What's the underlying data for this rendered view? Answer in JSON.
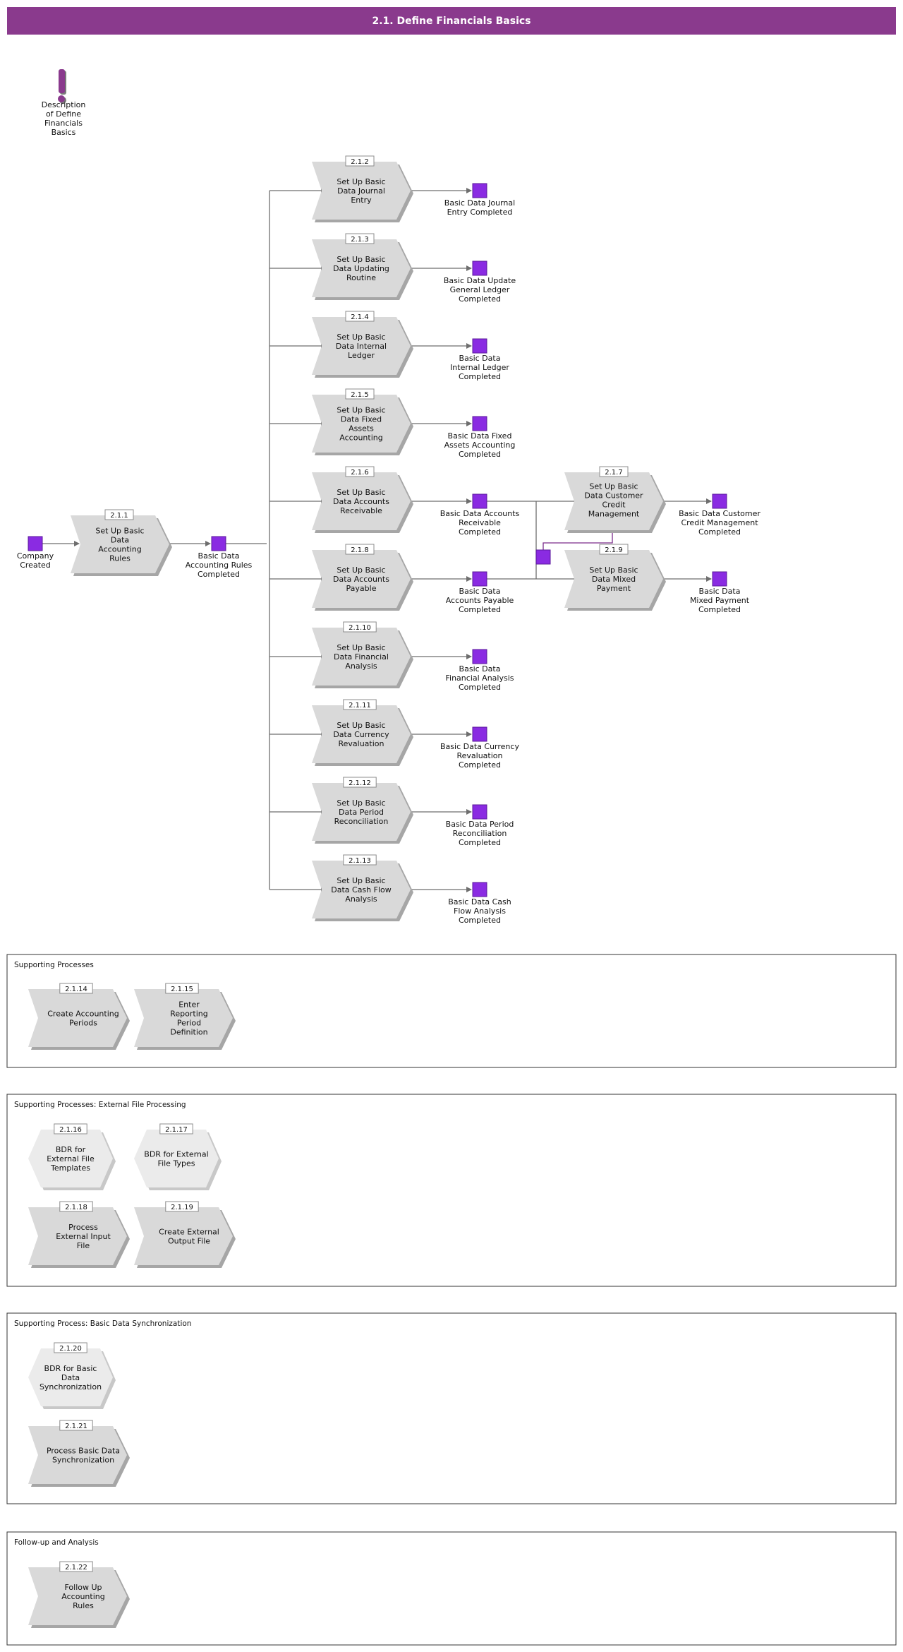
{
  "title": "2.1. Define Financials Basics",
  "colors": {
    "header": "#8a3a8d",
    "event": "#8a2be2",
    "step": "#d9d9d9",
    "step_shadow": "#a6a6a6",
    "hexagon": "#ebebeb",
    "connector": "#6e6e6e",
    "alt_connector": "#7a2a8a"
  },
  "description": {
    "icon": "exclamation-icon",
    "label": [
      "Description",
      "of Define",
      "Financials",
      "Basics"
    ]
  },
  "start_event": {
    "label": [
      "Company",
      "Created"
    ]
  },
  "first_step": {
    "num": "2.1.1",
    "label": [
      "Set Up Basic",
      "Data",
      "Accounting",
      "Rules"
    ]
  },
  "first_event": {
    "label": [
      "Basic Data",
      "Accounting Rules",
      "Completed"
    ]
  },
  "branches": [
    {
      "num": "2.1.2",
      "label": [
        "Set Up Basic",
        "Data Journal",
        "Entry"
      ],
      "event": [
        "Basic Data Journal",
        "Entry Completed"
      ]
    },
    {
      "num": "2.1.3",
      "label": [
        "Set Up Basic",
        "Data Updating",
        "Routine"
      ],
      "event": [
        "Basic Data Update",
        "General Ledger",
        "Completed"
      ]
    },
    {
      "num": "2.1.4",
      "label": [
        "Set Up Basic",
        "Data Internal",
        "Ledger"
      ],
      "event": [
        "Basic Data",
        "Internal Ledger",
        "Completed"
      ]
    },
    {
      "num": "2.1.5",
      "label": [
        "Set Up Basic",
        "Data Fixed",
        "Assets",
        "Accounting"
      ],
      "event": [
        "Basic Data Fixed",
        "Assets Accounting",
        "Completed"
      ]
    },
    {
      "num": "2.1.6",
      "label": [
        "Set Up Basic",
        "Data Accounts",
        "Receivable"
      ],
      "event": [
        "Basic Data Accounts",
        "Receivable",
        "Completed"
      ]
    },
    {
      "num": "2.1.8",
      "label": [
        "Set Up Basic",
        "Data Accounts",
        "Payable"
      ],
      "event": [
        "Basic Data",
        "Accounts Payable",
        "Completed"
      ]
    },
    {
      "num": "2.1.10",
      "label": [
        "Set Up Basic",
        "Data Financial",
        "Analysis"
      ],
      "event": [
        "Basic Data",
        "Financial Analysis",
        "Completed"
      ]
    },
    {
      "num": "2.1.11",
      "label": [
        "Set Up Basic",
        "Data Currency",
        "Revaluation"
      ],
      "event": [
        "Basic Data Currency",
        "Revaluation",
        "Completed"
      ]
    },
    {
      "num": "2.1.12",
      "label": [
        "Set Up Basic",
        "Data Period",
        "Reconciliation"
      ],
      "event": [
        "Basic Data Period",
        "Reconciliation",
        "Completed"
      ]
    },
    {
      "num": "2.1.13",
      "label": [
        "Set Up Basic",
        "Data Cash Flow",
        "Analysis"
      ],
      "event": [
        "Basic Data Cash",
        "Flow Analysis",
        "Completed"
      ]
    }
  ],
  "secondary": [
    {
      "num": "2.1.7",
      "label": [
        "Set Up Basic",
        "Data Customer",
        "Credit",
        "Management"
      ],
      "event": [
        "Basic Data Customer",
        "Credit Management",
        "Completed"
      ]
    },
    {
      "num": "2.1.9",
      "label": [
        "Set Up Basic",
        "Data Mixed",
        "Payment"
      ],
      "event": [
        "Basic Data",
        "Mixed Payment",
        "Completed"
      ]
    }
  ],
  "sections": [
    {
      "title": "Supporting Processes",
      "items": [
        {
          "num": "2.1.14",
          "shape": "step",
          "label": [
            "Create Accounting",
            "Periods"
          ]
        },
        {
          "num": "2.1.15",
          "shape": "step",
          "label": [
            "Enter",
            "Reporting",
            "Period",
            "Definition"
          ]
        }
      ]
    },
    {
      "title": "Supporting Processes: External File Processing",
      "items": [
        {
          "num": "2.1.16",
          "shape": "hexagon",
          "label": [
            "BDR for",
            "External File",
            "Templates"
          ]
        },
        {
          "num": "2.1.17",
          "shape": "hexagon",
          "label": [
            "BDR for External",
            "File Types"
          ]
        },
        {
          "num": "2.1.18",
          "shape": "step",
          "label": [
            "Process",
            "External Input",
            "File"
          ]
        },
        {
          "num": "2.1.19",
          "shape": "step",
          "label": [
            "Create External",
            "Output File"
          ]
        }
      ]
    },
    {
      "title": "Supporting Process: Basic Data Synchronization",
      "items": [
        {
          "num": "2.1.20",
          "shape": "hexagon",
          "label": [
            "BDR for Basic",
            "Data",
            "Synchronization"
          ]
        },
        {
          "num": "2.1.21",
          "shape": "step",
          "label": [
            "Process Basic Data",
            "Synchronization"
          ]
        }
      ]
    },
    {
      "title": "Follow-up and Analysis",
      "items": [
        {
          "num": "2.1.22",
          "shape": "step",
          "label": [
            "Follow Up",
            "Accounting",
            "Rules"
          ]
        }
      ]
    }
  ]
}
